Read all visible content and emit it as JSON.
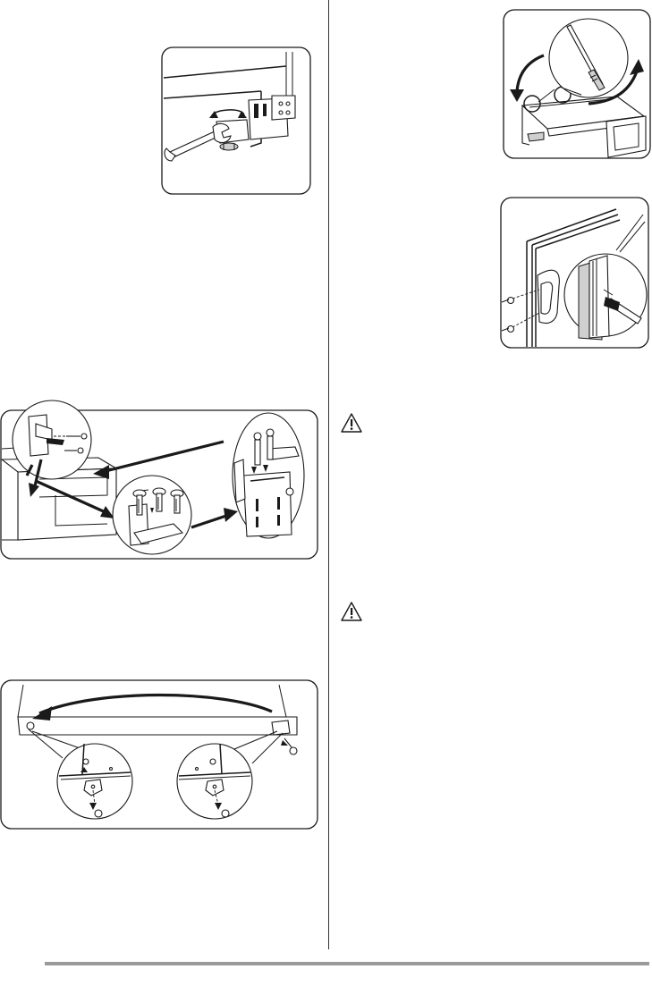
{
  "page": {
    "figures": [
      {
        "id": "fig-adjust-foot",
        "icon": "spanner-adjust-foot-illustration"
      },
      {
        "id": "fig-hinge-pin",
        "icon": "hinge-pin-swap-illustration"
      },
      {
        "id": "fig-handle",
        "icon": "handle-remount-illustration"
      },
      {
        "id": "fig-hinge-assembly",
        "icon": "hinge-bracket-assembly-illustration"
      },
      {
        "id": "fig-door-plate",
        "icon": "door-plate-swap-illustration"
      }
    ],
    "warnings": [
      {
        "icon": "warning-triangle-icon",
        "symbol": "!"
      },
      {
        "icon": "warning-triangle-icon",
        "symbol": "!"
      }
    ]
  }
}
